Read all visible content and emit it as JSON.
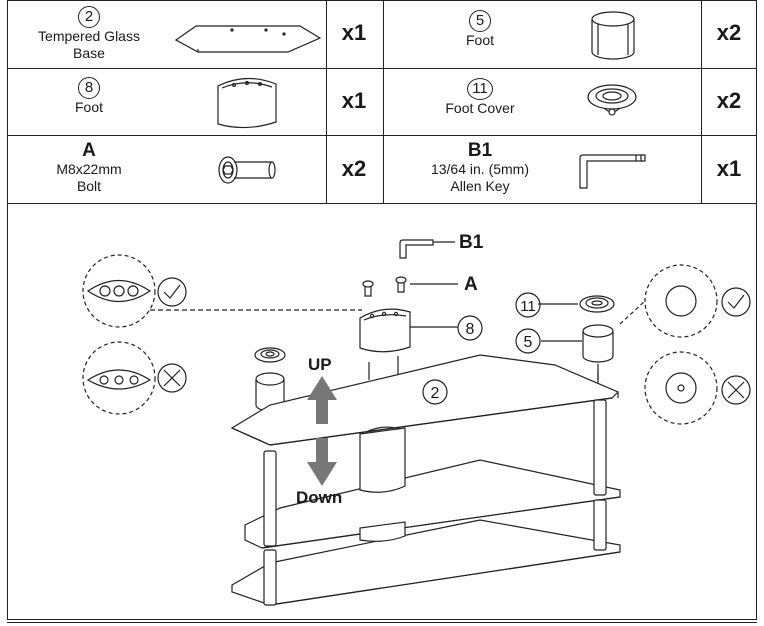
{
  "parts_table": {
    "rows": [
      {
        "left": {
          "number": "2",
          "name_line1": "Tempered Glass",
          "name_line2": "Base",
          "qty": "x1"
        },
        "right": {
          "number": "5",
          "name_line1": "Foot",
          "qty": "x2"
        }
      },
      {
        "left": {
          "number": "8",
          "name_line1": "Foot",
          "qty": "x1"
        },
        "right": {
          "number": "11",
          "name_line1": "Foot Cover",
          "qty": "x2"
        }
      },
      {
        "left": {
          "letter": "A",
          "name_line1": "M8x22mm",
          "name_line2": "Bolt",
          "qty": "x2"
        },
        "right": {
          "letter": "B1",
          "name_line1": "13/64 in. (5mm)",
          "name_line2": "Allen Key",
          "qty": "x1"
        }
      }
    ]
  },
  "diagram": {
    "callouts": {
      "allen_key": "B1",
      "bolt": "A",
      "foot_front": "8",
      "foot_cover": "11",
      "foot": "5",
      "glass_base": "2"
    },
    "arrows": {
      "up": "UP",
      "down": "Down"
    }
  }
}
